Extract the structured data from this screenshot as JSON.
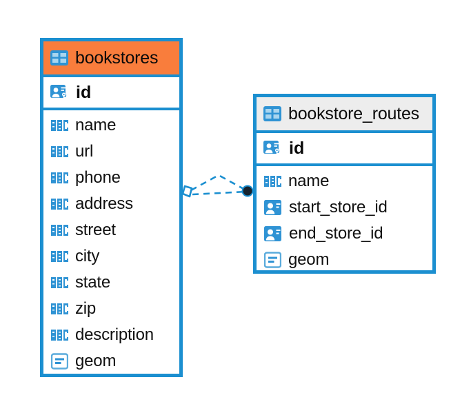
{
  "diagram": {
    "type": "entity-relationship-diagram",
    "colors": {
      "border": "#1b8fd0",
      "selected_header": "#f97d3c",
      "unselected_header": "#ededed",
      "icon_blue": "#2f93d4",
      "relationship_line": "#1b8fd0",
      "relationship_endpoint": "#16232e",
      "text": "#0a0a0a",
      "background": "#ffffff"
    },
    "entities": [
      {
        "name": "bookstores",
        "selected": true,
        "header_icon": "table-icon",
        "primary_key": {
          "label": "id",
          "icon": "primary-key-icon"
        },
        "fields": [
          {
            "label": "name",
            "icon": "abc-text-icon"
          },
          {
            "label": "url",
            "icon": "abc-text-icon"
          },
          {
            "label": "phone",
            "icon": "abc-text-icon"
          },
          {
            "label": "address",
            "icon": "abc-text-icon"
          },
          {
            "label": "street",
            "icon": "abc-text-icon"
          },
          {
            "label": "city",
            "icon": "abc-text-icon"
          },
          {
            "label": "state",
            "icon": "abc-text-icon"
          },
          {
            "label": "zip",
            "icon": "abc-text-icon"
          },
          {
            "label": "description",
            "icon": "abc-text-icon"
          },
          {
            "label": "geom",
            "icon": "geometry-icon"
          }
        ]
      },
      {
        "name": "bookstore_routes",
        "selected": false,
        "header_icon": "table-icon",
        "primary_key": {
          "label": "id",
          "icon": "primary-key-icon"
        },
        "fields": [
          {
            "label": "name",
            "icon": "abc-text-icon"
          },
          {
            "label": "start_store_id",
            "icon": "foreign-key-icon"
          },
          {
            "label": "end_store_id",
            "icon": "foreign-key-icon"
          },
          {
            "label": "geom",
            "icon": "geometry-icon"
          }
        ]
      }
    ],
    "relationships": [
      {
        "from_entity": "bookstore_routes",
        "from_field": "start_store_id",
        "to_entity": "bookstores",
        "to_field": "id",
        "line_style": "dashed",
        "source_marker": "filled-circle",
        "target_marker": "diamond"
      },
      {
        "from_entity": "bookstore_routes",
        "from_field": "end_store_id",
        "to_entity": "bookstores",
        "to_field": "id",
        "line_style": "dashed",
        "source_marker": "filled-circle",
        "target_marker": "diamond"
      }
    ]
  }
}
